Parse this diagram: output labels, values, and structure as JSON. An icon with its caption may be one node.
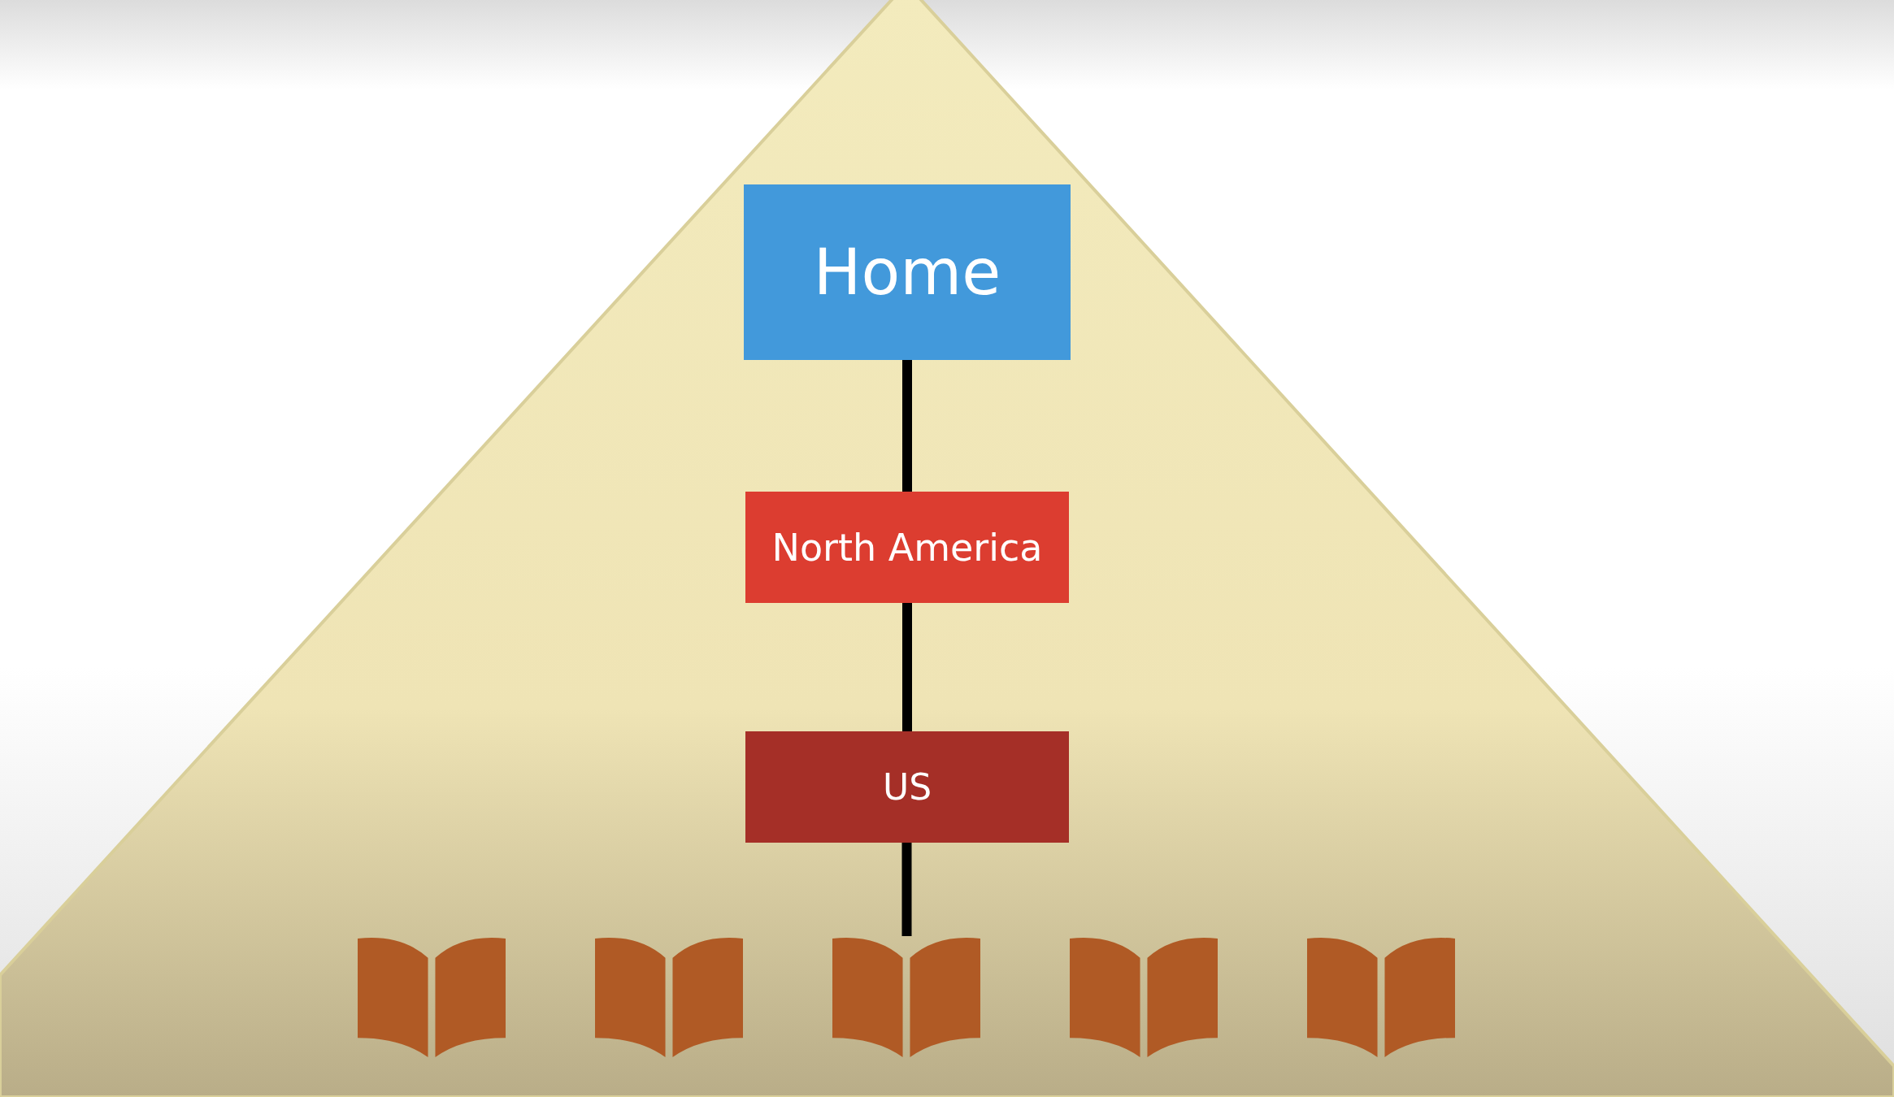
{
  "diagram": {
    "nodes": [
      {
        "text": [
          "Home"
        ]
      },
      {
        "text": [
          "North America"
        ]
      },
      {
        "text": [
          "US"
        ]
      },
      {
        "text": [],
        "shape": "book"
      },
      {
        "text": [],
        "shape": "book"
      },
      {
        "text": [],
        "shape": "book"
      },
      {
        "text": [],
        "shape": "book"
      },
      {
        "text": [],
        "shape": "book"
      }
    ],
    "edges": [
      {
        "from": 0,
        "to": 1,
        "arrow": "none"
      },
      {
        "from": 1,
        "to": 2,
        "arrow": "none"
      },
      {
        "from": 2,
        "to": 5,
        "arrow": "none"
      }
    ]
  }
}
